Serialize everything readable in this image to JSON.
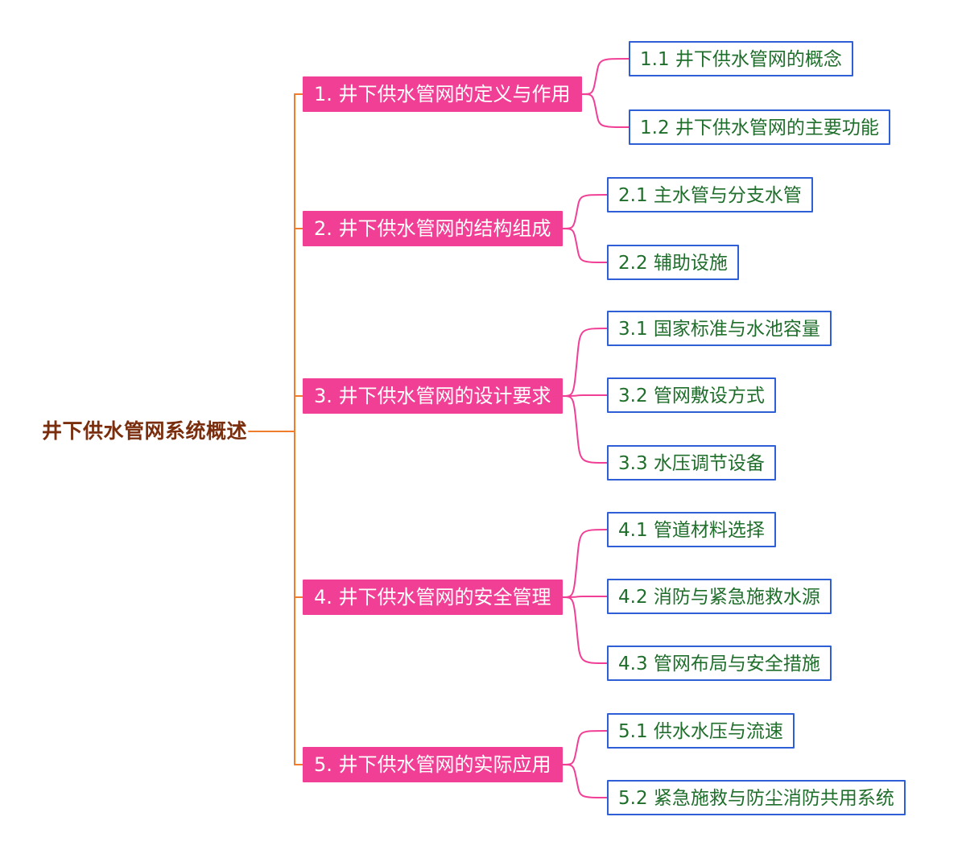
{
  "root": {
    "label": "井下供水管网系统概述"
  },
  "branches": [
    {
      "label": "1. 井下供水管网的定义与作用",
      "children": [
        {
          "label": "1.1 井下供水管网的概念"
        },
        {
          "label": "1.2 井下供水管网的主要功能"
        }
      ]
    },
    {
      "label": "2. 井下供水管网的结构组成",
      "children": [
        {
          "label": "2.1 主水管与分支水管"
        },
        {
          "label": "2.2 辅助设施"
        }
      ]
    },
    {
      "label": "3. 井下供水管网的设计要求",
      "children": [
        {
          "label": "3.1 国家标准与水池容量"
        },
        {
          "label": "3.2 管网敷设方式"
        },
        {
          "label": "3.3 水压调节设备"
        }
      ]
    },
    {
      "label": "4. 井下供水管网的安全管理",
      "children": [
        {
          "label": "4.1 管道材料选择"
        },
        {
          "label": "4.2 消防与紧急施救水源"
        },
        {
          "label": "4.3 管网布局与安全措施"
        }
      ]
    },
    {
      "label": "5. 井下供水管网的实际应用",
      "children": [
        {
          "label": "5.1 供水水压与流速"
        },
        {
          "label": "5.2 紧急施救与防尘消防共用系统"
        }
      ]
    }
  ],
  "colors": {
    "root_text": "#7a2e0d",
    "root_connector": "#f07d2e",
    "branch_fill": "#f13f96",
    "branch_connector": "#f13f96",
    "leaf_border": "#2f5fd6",
    "leaf_text": "#1f6e2b"
  }
}
